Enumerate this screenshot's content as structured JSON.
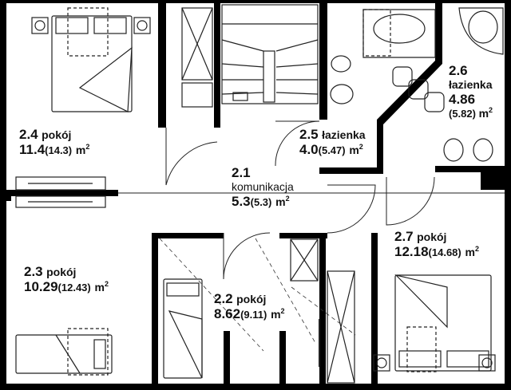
{
  "rooms": [
    {
      "id": "2.4",
      "name": "pokój",
      "area": "11.4",
      "area_gross": "(14.3)",
      "unit": "m",
      "exp": "2"
    },
    {
      "id": "2.5",
      "name": "łazienka",
      "area": "4.0",
      "area_gross": "(5.47)",
      "unit": "m",
      "exp": "2"
    },
    {
      "id": "2.6",
      "name": "łazienka",
      "area": "4.86",
      "area_gross": "(5.82)",
      "unit": "m",
      "exp": "2"
    },
    {
      "id": "2.1",
      "name": "komunikacja",
      "area": "5.3",
      "area_gross": "(5.3)",
      "unit": "m",
      "exp": "2"
    },
    {
      "id": "2.3",
      "name": "pokój",
      "area": "10.29",
      "area_gross": "(12.43)",
      "unit": "m",
      "exp": "2"
    },
    {
      "id": "2.2",
      "name": "pokój",
      "area": "8.62",
      "area_gross": "(9.11)",
      "unit": "m",
      "exp": "2"
    },
    {
      "id": "2.7",
      "name": "pokój",
      "area": "12.18",
      "area_gross": "(14.68)",
      "unit": "m",
      "exp": "2"
    }
  ],
  "colors": {
    "wall": "#000000",
    "line": "#222222",
    "background": "#ffffff"
  }
}
